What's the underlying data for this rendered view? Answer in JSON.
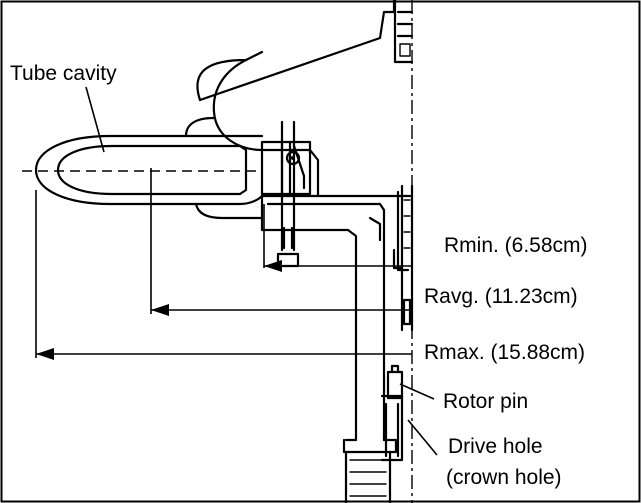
{
  "labels": {
    "tube_cavity": "Tube cavity",
    "rmin": "Rmin. (6.58cm)",
    "ravg": "Ravg. (11.23cm)",
    "rmax": "Rmax. (15.88cm)",
    "rotor_pin": "Rotor pin",
    "drive_hole_line1": "Drive hole",
    "drive_hole_line2": "(crown hole)"
  },
  "colors": {
    "ink": "#000000",
    "background": "#ffffff"
  }
}
